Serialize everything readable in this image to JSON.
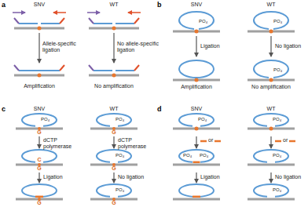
{
  "diagram": {
    "labels": [
      "a",
      "SNV",
      "WT",
      "Allele-specific ligation",
      "No allele-specific ligation",
      "Amplification",
      "No amplification",
      "b",
      "SNV",
      "WT",
      "PO₄",
      "PO₄",
      "Ligation",
      "No ligation",
      "PO₄",
      "Amplification",
      "No amplification",
      "c",
      "SNV",
      "WT",
      "PO₄",
      "G",
      "PO₄",
      "G",
      "dCTP polymerase",
      "dCTP polymerase",
      "C",
      "G",
      "PO₄",
      "G",
      "Ligation",
      "No ligation",
      "G",
      "PO₄",
      "G",
      "d",
      "SNV",
      "WT",
      "PO₄",
      "PO₄",
      "or",
      "or",
      "PO₄",
      "PO₄",
      "PO₄",
      "Ligation",
      "No ligation",
      "PO₄"
    ]
  }
}
